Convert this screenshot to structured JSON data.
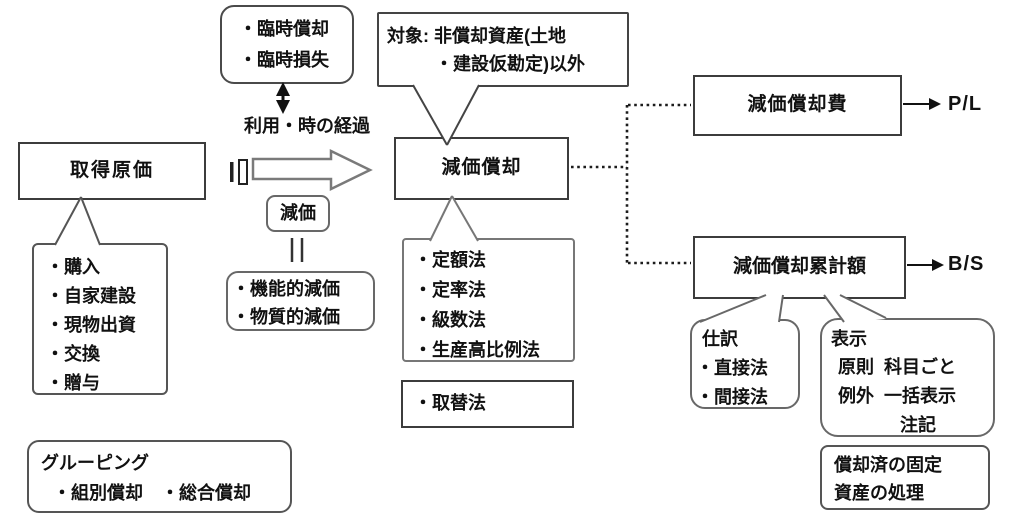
{
  "diagram": {
    "riyo_label": "利用・時の経過",
    "pl_label": "P/L",
    "bs_label": "B/S",
    "rinji": {
      "lines": [
        "・臨時償却",
        "・臨時損失"
      ]
    },
    "taisho": {
      "line1": "対象: 非償却資産(土地",
      "line2": "・建設仮勘定)以外"
    },
    "shutoku": {
      "title": "取得原価"
    },
    "kounyu": {
      "items": [
        "・購入",
        "・自家建設",
        "・現物出資",
        "・交換",
        "・贈与"
      ]
    },
    "genka": {
      "title": "減価"
    },
    "kino": {
      "lines": [
        "・機能的減価",
        "・物質的減価"
      ]
    },
    "genkashokyaku": {
      "title": "減価償却"
    },
    "hoho": {
      "items": [
        "・定額法",
        "・定率法",
        "・級数法",
        "・生産高比例法"
      ]
    },
    "torikae": {
      "title": "・取替法"
    },
    "hiyo": {
      "title": "減価償却費"
    },
    "ruikei": {
      "title": "減価償却累計額"
    },
    "shiwake": {
      "title": "仕訳",
      "items": [
        "・直接法",
        "・間接法"
      ]
    },
    "hyoji": {
      "title": "表示",
      "rows": [
        {
          "label": "原則",
          "value": "科目ごと"
        },
        {
          "label": "例外",
          "value": "一括表示"
        }
      ],
      "note": "注記"
    },
    "shokyakuzumi": {
      "lines": [
        "償却済の固定",
        "資産の処理"
      ]
    },
    "grouping": {
      "title": "グルーピング",
      "items_line": "・組別償却　・総合償却"
    },
    "colors": {
      "square_border": "#3c3c3c",
      "callout_border": "#686868",
      "text": "#111111",
      "arrow_outline": "#7a7a7a",
      "connector": "#1c1c1c"
    }
  }
}
